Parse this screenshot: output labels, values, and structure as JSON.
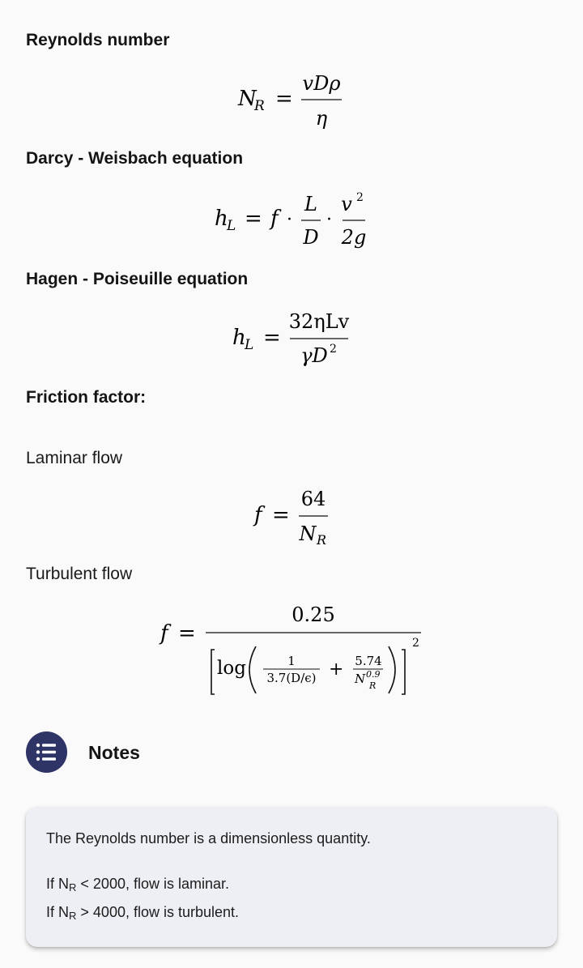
{
  "sections": {
    "reynolds": {
      "title": "Reynolds number"
    },
    "darcy": {
      "title": "Darcy - Weisbach equation"
    },
    "hagen": {
      "title": "Hagen - Poiseuille equation"
    },
    "friction": {
      "title": "Friction factor:"
    },
    "laminar": {
      "title": "Laminar flow"
    },
    "turbulent": {
      "title": "Turbulent flow"
    }
  },
  "formulas": {
    "reynolds": {
      "lhs": "N",
      "lhs_sub": "R",
      "num": "vDρ",
      "den": "η"
    },
    "darcy": {
      "lhs": "h",
      "lhs_sub": "L",
      "f": "f",
      "num1": "L",
      "den1": "D",
      "num2": "v",
      "num2_sup": "2",
      "den2": "2g"
    },
    "hagen": {
      "lhs": "h",
      "lhs_sub": "L",
      "num": "32ηLv",
      "den": "γD",
      "den_sup": "2"
    },
    "laminar": {
      "lhs": "f",
      "num": "64",
      "den": "N",
      "den_sub": "R"
    },
    "turbulent": {
      "lhs": "f",
      "num": "0.25",
      "log": "log",
      "t1_num": "1",
      "t1_den": "3.7(D/ϵ)",
      "t2_num": "5.74",
      "t2_den": "N",
      "t2_den_sup": "0.9",
      "t2_den_sub": "R",
      "power": "2"
    }
  },
  "notes": {
    "title": "Notes",
    "icon": "list-icon",
    "line1": "The Reynolds number is a dimensionless quantity.",
    "line2_pre": "If N",
    "line2_sub": "R",
    "line2_post": " < 2000, flow is laminar.",
    "line3_pre": "If N",
    "line3_sub": "R",
    "line3_post": " > 4000, flow is turbulent."
  }
}
